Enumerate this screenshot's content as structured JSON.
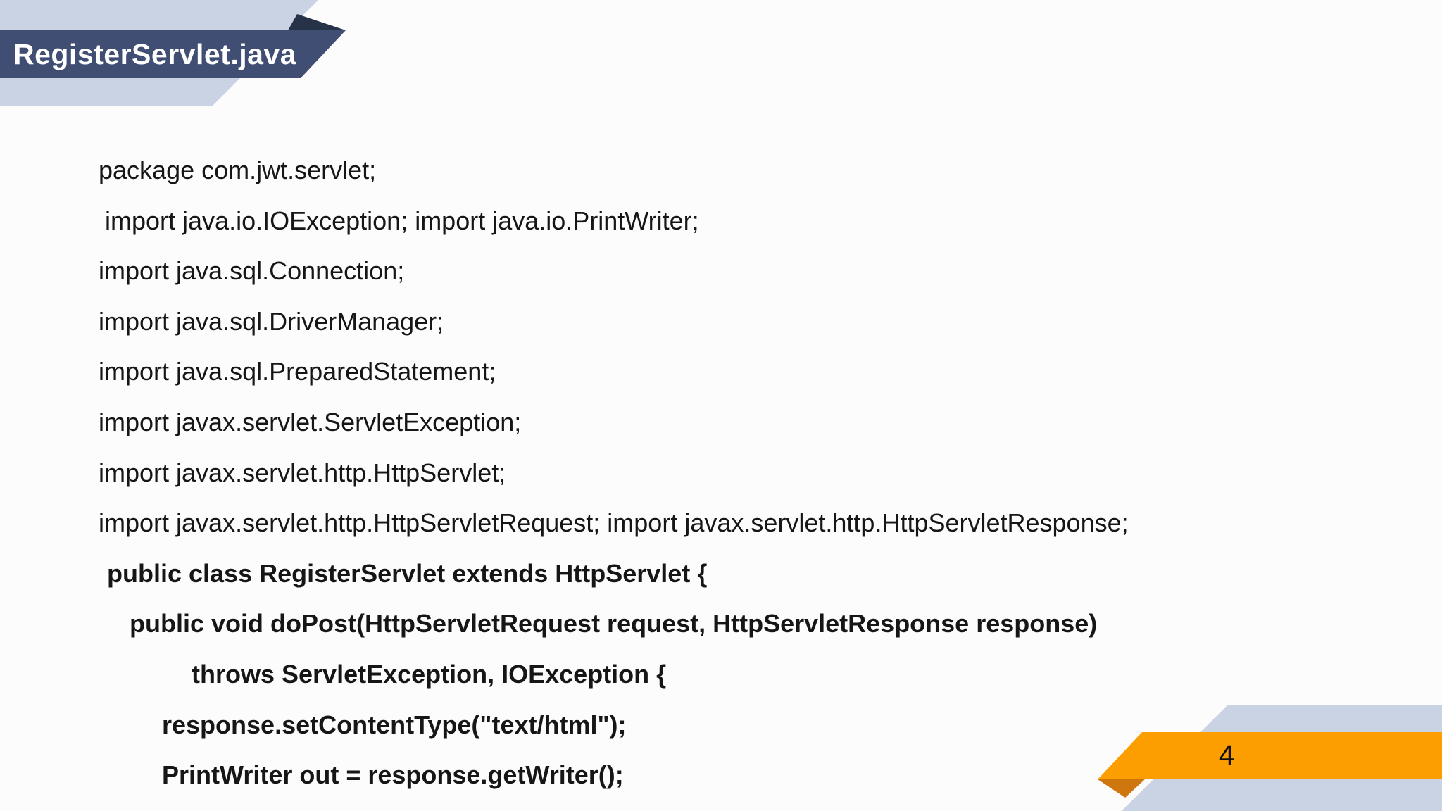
{
  "header": {
    "title": "RegisterServlet.java"
  },
  "footer": {
    "page_number": "4"
  },
  "colors": {
    "light_band": "#c9d3e4",
    "navy_ribbon": "#404e74",
    "navy_fold": "#253248",
    "orange_ribbon": "#fc9d00",
    "orange_fold": "#cf770e",
    "title_text": "#ffffff",
    "code_text": "#161616",
    "background": "#fcfcfc"
  },
  "code": {
    "lines": [
      {
        "text": "package com.jwt.servlet;",
        "indent": 0,
        "bold": false
      },
      {
        "text": "import java.io.IOException; import java.io.PrintWriter;",
        "indent": 9,
        "bold": false
      },
      {
        "text": "import java.sql.Connection;",
        "indent": 0,
        "bold": false
      },
      {
        "text": "import java.sql.DriverManager;",
        "indent": 0,
        "bold": false
      },
      {
        "text": "import java.sql.PreparedStatement;",
        "indent": 0,
        "bold": false
      },
      {
        "text": "import javax.servlet.ServletException;",
        "indent": 0,
        "bold": false
      },
      {
        "text": "import javax.servlet.http.HttpServlet;",
        "indent": 0,
        "bold": false
      },
      {
        "text": "import javax.servlet.http.HttpServletRequest; import javax.servlet.http.HttpServletResponse;",
        "indent": 0,
        "bold": false
      },
      {
        "text": "public class RegisterServlet extends HttpServlet {",
        "indent": 12,
        "bold": true
      },
      {
        "text": "public void doPost(HttpServletRequest request, HttpServletResponse response)",
        "indent": 44,
        "bold": true
      },
      {
        "text": "throws ServletException, IOException {",
        "indent": 132,
        "bold": true
      },
      {
        "text": "response.setContentType(\"text/html\");",
        "indent": 90,
        "bold": true
      },
      {
        "text": "PrintWriter out = response.getWriter();",
        "indent": 90,
        "bold": true
      }
    ]
  }
}
